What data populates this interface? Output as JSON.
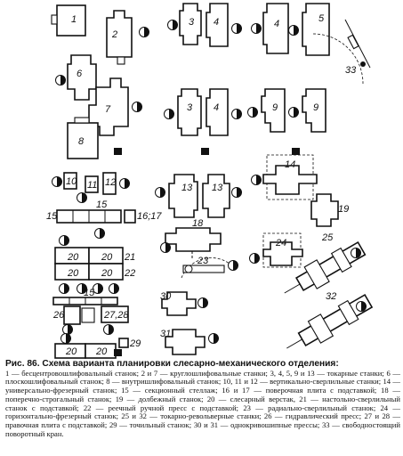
{
  "plan_labels": {
    "m1": "1",
    "m2": "2",
    "m3a": "3",
    "m3b": "3",
    "m4a": "4",
    "m4b": "4",
    "m5": "5",
    "m6": "6",
    "m7": "7",
    "m8": "8",
    "m9a": "9",
    "m9b": "9",
    "m10": "10",
    "m11": "11",
    "m12": "12",
    "m13a": "13",
    "m13b": "13",
    "m14": "14",
    "m15a": "15",
    "m15b": "15",
    "m15c": "15",
    "m16": "16;17",
    "m18": "18",
    "m19": "19",
    "m20a": "20",
    "m20b": "20",
    "m20c": "20",
    "m20d": "20",
    "m20e": "20",
    "m20f": "20",
    "m21": "21",
    "m22": "22",
    "m23": "23",
    "m24": "24",
    "m25": "25",
    "m26": "26",
    "m2728": "27,28",
    "m29": "29",
    "m30": "30",
    "m31": "31",
    "m32": "32",
    "m33": "33"
  },
  "caption": {
    "title": "Рис. 86. Схема варианта планировки слесарно-механического отделения:",
    "legend": "1 — бесцентровошлифовальный станок; 2 и 7 — круглошлифовальные станки; 3, 4, 5, 9 и 13 — токарные станки; 6 — плоскошлифовальный станок; 8 — внутришлифовальный станок; 10, 11 и 12 — вертикально-сверлильные станки; 14 — универсально-фрезерный станок; 15 — секционный стеллаж; 16 и 17 — поверочная плита с подставкой; 18 — поперечно-строгальный станок; 19 — долбежный станок; 20 — слесарный верстак, 21 — настольно-сверлильный станок с подставкой; 22 — реечный ручной пресс с подставкой; 23 — радиально-сверлильный станок; 24 — горизонтально-фрезерный станок; 25 и 32 — токарно-револьверные станки; 26 — гидравлический пресс; 27 и 28 — правочная плита с подставкой; 29 — точильный станок; 30 и 31 — однокривошипные прессы; 33 — свободностоящий поворотный кран."
  }
}
